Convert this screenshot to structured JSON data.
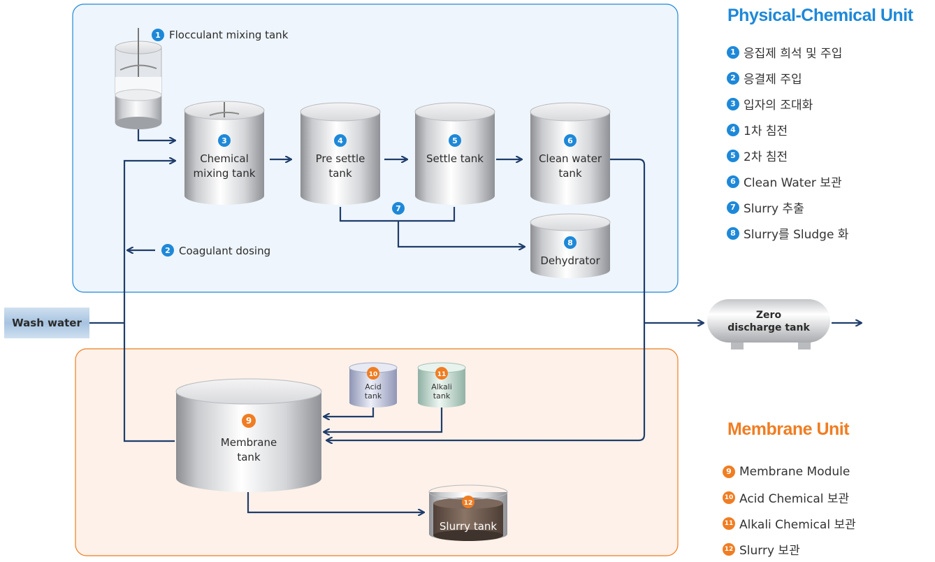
{
  "colors": {
    "blue_accent": "#1e88d8",
    "orange_accent": "#f07d22",
    "line": "#1f3d6b",
    "blue_panel_fill": "#eef5fc",
    "blue_panel_border": "#1e88d8",
    "orange_panel_fill": "#fdf1e9",
    "orange_panel_border": "#f07d22"
  },
  "physical_unit": {
    "title": "Physical-Chemical Unit",
    "items": [
      {
        "num": "1",
        "text": "응집제 희석 및 주입"
      },
      {
        "num": "2",
        "text": "응결제 주입"
      },
      {
        "num": "3",
        "text": "입자의 조대화"
      },
      {
        "num": "4",
        "text": "1차 침전"
      },
      {
        "num": "5",
        "text": "2차 침전"
      },
      {
        "num": "6",
        "text": "Clean Water 보관"
      },
      {
        "num": "7",
        "text": "Slurry 추출"
      },
      {
        "num": "8",
        "text": "Slurry를 Sludge 화"
      }
    ]
  },
  "membrane_unit": {
    "title": "Membrane Unit",
    "items": [
      {
        "num": "9",
        "text": "Membrane Module"
      },
      {
        "num": "10",
        "text": "Acid Chemical 보관"
      },
      {
        "num": "11",
        "text": "Alkali Chemical 보관"
      },
      {
        "num": "12",
        "text": "Slurry 보관"
      }
    ]
  },
  "diagram": {
    "flocculant": {
      "num": "1",
      "label": "Flocculant mixing tank"
    },
    "chemical_mixing": {
      "num": "3",
      "line1": "Chemical",
      "line2": "mixing tank"
    },
    "pre_settle": {
      "num": "4",
      "line1": "Pre settle",
      "line2": "tank"
    },
    "settle": {
      "num": "5",
      "line1": "Settle tank"
    },
    "clean_water": {
      "num": "6",
      "line1": "Clean water",
      "line2": "tank"
    },
    "slurry_extract": {
      "num": "7"
    },
    "dehydrator": {
      "num": "8",
      "line1": "Dehydrator"
    },
    "coagulant": {
      "num": "2",
      "label": "Coagulant dosing"
    },
    "wash_water": {
      "label": "Wash water"
    },
    "zero_discharge": {
      "line1": "Zero",
      "line2": "discharge tank"
    },
    "membrane_tank": {
      "num": "9",
      "line1": "Membrane",
      "line2": "tank"
    },
    "acid_tank": {
      "num": "10",
      "line1": "Acid",
      "line2": "tank"
    },
    "alkali_tank": {
      "num": "11",
      "line1": "Alkali",
      "line2": "tank"
    },
    "slurry_tank": {
      "num": "12",
      "line1": "Slurry tank"
    }
  }
}
